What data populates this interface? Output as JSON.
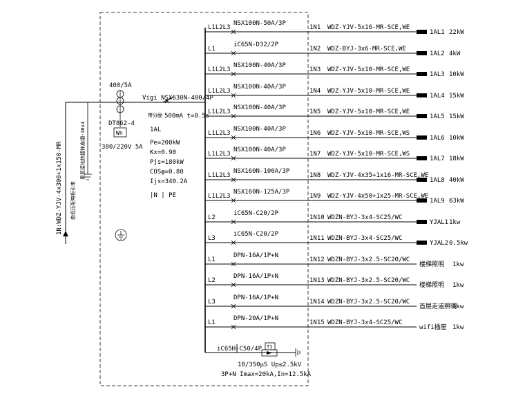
{
  "incoming": {
    "cable_label": "1N:WDZ-YJV-4x300+1x150-MR",
    "note_left": "由低压配电柜引来",
    "note_right": "重复接地热镀锌扁钢-40x4"
  },
  "meter": {
    "ct_rating": "400/5A",
    "meter_model": "DT862-4",
    "meter_symbol": "Wh",
    "meter_voltage": "380/220V 5A"
  },
  "main_breaker": {
    "model": "Vigi NSX630N-400/4P",
    "trip_prefix": "带分励",
    "trip_setting": "500mA t=0.5s"
  },
  "board": {
    "name": "1AL",
    "pe": "Pe=200kW",
    "kx": "Kx=0.90",
    "pjs": "Pjs=180kW",
    "cos": "COSφ=0.80",
    "ijs": "Ijs=340.2A",
    "n_pe": "|N   | PE"
  },
  "circuits": [
    {
      "phase": "L1L2L3",
      "breaker": "NSX100N-50A/3P",
      "id": "1N1",
      "cable": "WDZ-YJV-5x16-MR-SCE,WE",
      "load": "1AL1",
      "power": "22kW",
      "box": true
    },
    {
      "phase": "L1",
      "breaker": "iC65N-D32/2P",
      "id": "1N2",
      "cable": "WDZ-BYJ-3x6-MR-SCE,WE",
      "load": "1AL2",
      "power": "4kW",
      "box": true
    },
    {
      "phase": "L1L2L3",
      "breaker": "NSX100N-40A/3P",
      "id": "1N3",
      "cable": "WDZ-YJV-5x10-MR-SCE,WE",
      "load": "1AL3",
      "power": "10kW",
      "box": true
    },
    {
      "phase": "L1L2L3",
      "breaker": "NSX100N-40A/3P",
      "id": "1N4",
      "cable": "WDZ-YJV-5x10-MR-SCE,WE",
      "load": "1AL4",
      "power": "15kW",
      "box": true
    },
    {
      "phase": "L1L2L3",
      "breaker": "NSX100N-40A/3P",
      "id": "1N5",
      "cable": "WDZ-YJV-5x10-MR-SCE,WE",
      "load": "1AL5",
      "power": "15kW",
      "box": true
    },
    {
      "phase": "L1L2L3",
      "breaker": "NSX100N-40A/3P",
      "id": "1N6",
      "cable": "WDZ-YJV-5x10-MR-SCE,WS",
      "load": "1AL6",
      "power": "10kW",
      "box": true
    },
    {
      "phase": "L1L2L3",
      "breaker": "NSX100N-40A/3P",
      "id": "1N7",
      "cable": "WDZ-YJV-5x10-MR-SCE,WS",
      "load": "1AL7",
      "power": "18kW",
      "box": true
    },
    {
      "phase": "L1L2L3",
      "breaker": "NSX160N-100A/3P",
      "id": "1N8",
      "cable": "WDZ-YJV-4x35+1x16-MR-SCE,WE",
      "load": "1AL8",
      "power": "40kW",
      "box": true
    },
    {
      "phase": "L1L2L3",
      "breaker": "NSX160N-125A/3P",
      "id": "1N9",
      "cable": "WDZ-YJV-4x50+1x25-MR-SCE,WE",
      "load": "1AL9",
      "power": "63kW",
      "box": true
    },
    {
      "phase": "L2",
      "breaker": "iC65N-C20/2P",
      "id": "1N10",
      "cable": "WDZN-BYJ-3x4-SC25/WC",
      "load": "YJAL1",
      "power": "1kw",
      "box": true
    },
    {
      "phase": "L3",
      "breaker": "iC65N-C20/2P",
      "id": "1N11",
      "cable": "WDZN-BYJ-3x4-SC25/WC",
      "load": "YJAL2",
      "power": "0.5kw",
      "box": true
    },
    {
      "phase": "L1",
      "breaker": "DPN-16A/1P+N",
      "id": "1N12",
      "cable": "WDZN-BYJ-3x2.5-SC20/WC",
      "load": "楼梯照明",
      "power": "1kw",
      "box": false
    },
    {
      "phase": "L2",
      "breaker": "DPN-16A/1P+N",
      "id": "1N13",
      "cable": "WDZN-BYJ-3x2.5-SC20/WC",
      "load": "楼梯照明",
      "power": "1kw",
      "box": false
    },
    {
      "phase": "L3",
      "breaker": "DPN-16A/1P+N",
      "id": "1N14",
      "cable": "WDZN-BYJ-3x2.5-SC20/WC",
      "load": "首层走道照明",
      "power": "1kw",
      "box": false
    },
    {
      "phase": "L1",
      "breaker": "DPN-20A/1P+N",
      "id": "1N15",
      "cable": "WDZN-BYJ-3x4-SC25/WC",
      "load": "wifi插座",
      "power": "1kw",
      "box": false
    }
  ],
  "spd": {
    "breaker": "iC65H-C50/4P",
    "symbol": "T1",
    "spec1": "10/350μS Up≤2.5kV",
    "spec2": "3P+N Imax=20kA,In=12.5kA"
  }
}
